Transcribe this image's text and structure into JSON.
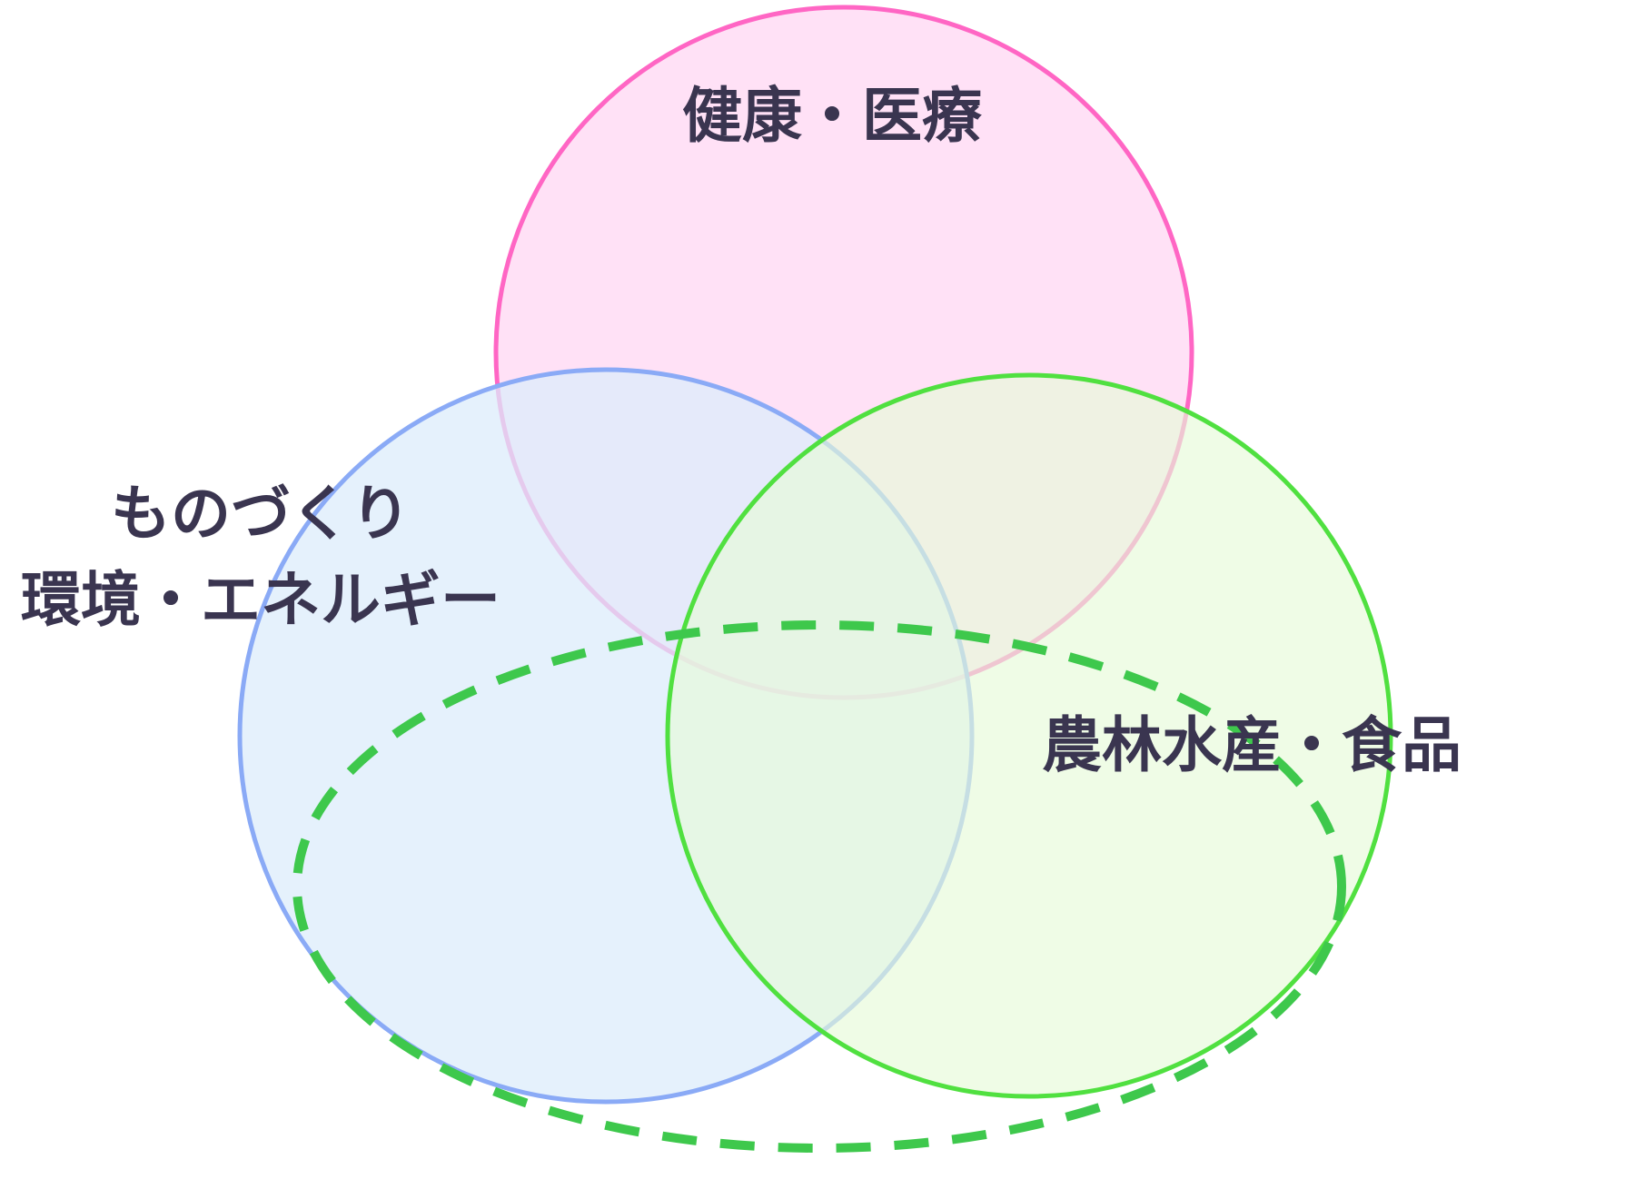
{
  "diagram": {
    "circles": [
      {
        "id": "health",
        "label": "健康・医療",
        "fill": "#ffdcf4",
        "stroke": "#ff66c4"
      },
      {
        "id": "manufacturing",
        "label_lines": [
          "ものづくり",
          "環境・エネルギー"
        ],
        "fill": "#dcecfb",
        "stroke": "#8aaaf6"
      },
      {
        "id": "agriculture",
        "label": "農林水産・食品",
        "fill": "#e6fbd8",
        "stroke": "#50e040"
      }
    ],
    "dashed_region": {
      "stroke": "#3ec84c"
    },
    "label_color": "#3a3550"
  }
}
